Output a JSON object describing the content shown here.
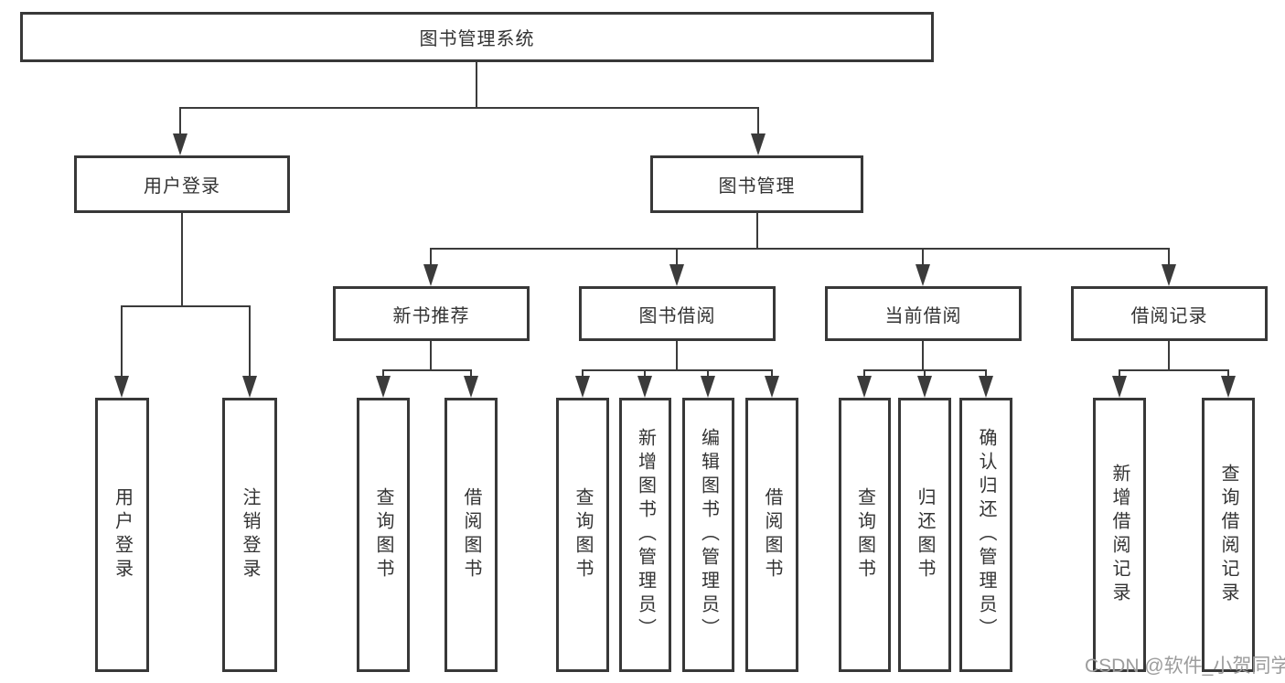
{
  "tree": {
    "label": "图书管理系统",
    "children": [
      {
        "label": "用户登录",
        "children": [
          {
            "label": "用户登录"
          },
          {
            "label": "注销登录"
          }
        ]
      },
      {
        "label": "图书管理",
        "children": [
          {
            "label": "新书推荐",
            "children": [
              {
                "label": "查询图书"
              },
              {
                "label": "借阅图书"
              }
            ]
          },
          {
            "label": "图书借阅",
            "children": [
              {
                "label": "查询图书"
              },
              {
                "label": "新增图书（管理员）"
              },
              {
                "label": "编辑图书（管理员）"
              },
              {
                "label": "借阅图书"
              }
            ]
          },
          {
            "label": "当前借阅",
            "children": [
              {
                "label": "查询图书"
              },
              {
                "label": "归还图书"
              },
              {
                "label": "确认归还（管理员）"
              }
            ]
          },
          {
            "label": "借阅记录",
            "children": [
              {
                "label": "新增借阅记录"
              },
              {
                "label": "查询借阅记录"
              }
            ]
          }
        ]
      }
    ]
  },
  "watermark": {
    "text": "CSDN @软件_小贺同学"
  },
  "colors": {
    "line": "#3b3b3b",
    "box_border": "#383838",
    "text": "#333333",
    "watermark": "#9c9c9c",
    "background": "#ffffff"
  }
}
